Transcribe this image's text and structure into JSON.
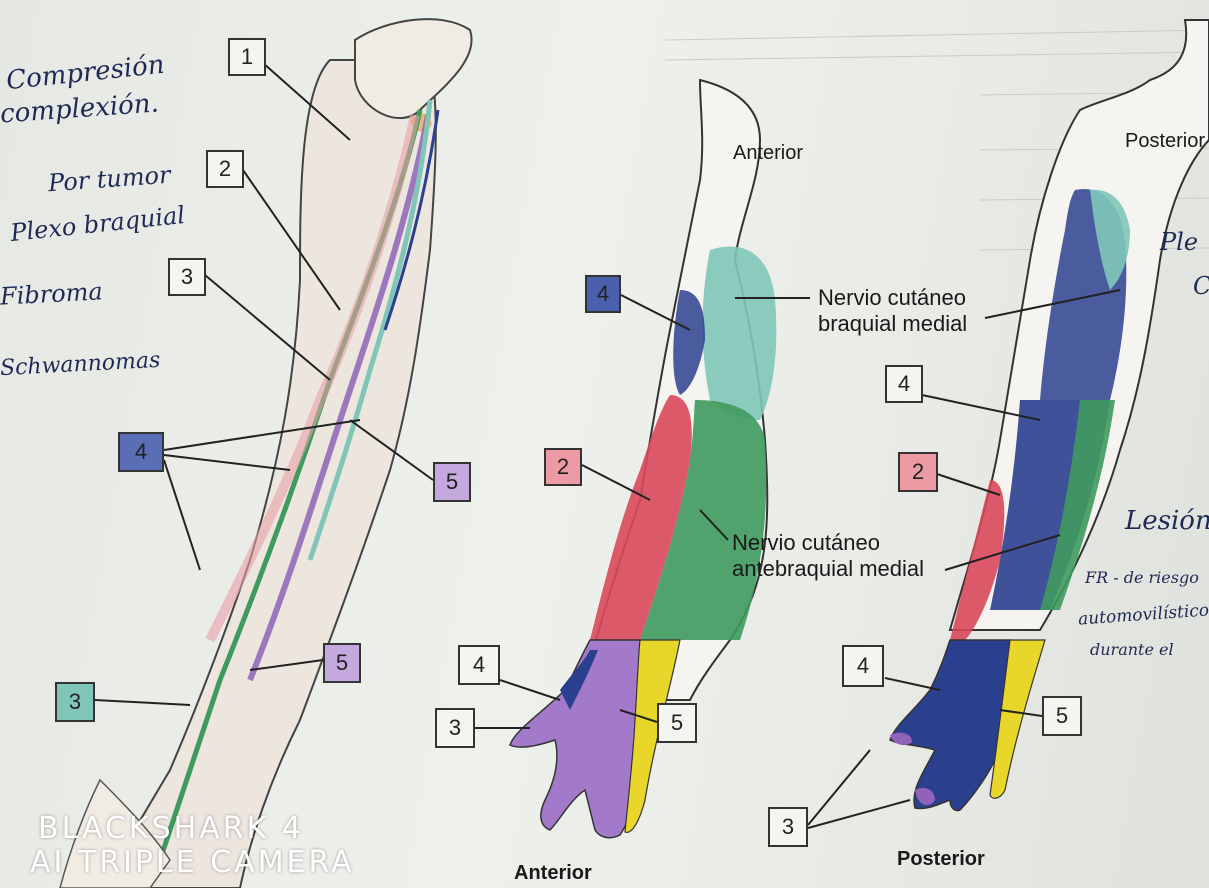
{
  "title_anterior_top": "Anterior",
  "title_posterior_top": "Posterior",
  "label_anterior_bottom": "Anterior",
  "label_posterior_bottom": "Posterior",
  "nerve_labels": {
    "cutaneo_braquial_line1": "Nervio cutáneo",
    "cutaneo_braquial_line2": "braquial medial",
    "cutaneo_antebraquial_line1": "Nervio cutáneo",
    "cutaneo_antebraquial_line2": "antebraquial medial"
  },
  "boxes": {
    "b1": "1",
    "b2": "2",
    "b3a": "3",
    "b4": "4",
    "b5": "5",
    "b3b": "3",
    "b5b": "5",
    "b4ant": "4",
    "b2ant": "2",
    "b4ant_hand": "4",
    "b3ant_hand": "3",
    "b5ant_hand": "5",
    "b4post": "4",
    "b2post": "2",
    "b4post_hand": "4",
    "b5post_hand": "5",
    "b3post_hand": "3"
  },
  "handwriting": {
    "h1": "Compresión",
    "h2": "complexión.",
    "h3": "Por tumor",
    "h4": "Plexo braquial",
    "h5": "Fibroma",
    "h6": "Schwannomas",
    "h7": "Ple",
    "h8": "C",
    "h9": "Lesión",
    "h10": "FR - de riesgo",
    "h11": "automovilístico",
    "h12": "durante el"
  },
  "watermark": {
    "line1": "BLACKSHARK 4",
    "line2": "AI TRIPLE CAMERA"
  },
  "colors": {
    "red": "#d9485a",
    "green": "#3f9a5e",
    "blue": "#2b3f8f",
    "purple": "#8e63b8",
    "yellow": "#e8d72a",
    "teal": "#7fc6b8",
    "orange": "#e8a34a"
  }
}
